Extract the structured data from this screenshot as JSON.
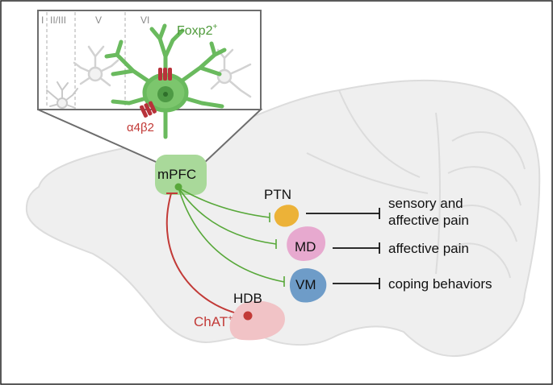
{
  "layers": {
    "l1": "I",
    "l23": "II/III",
    "l5": "V",
    "l6": "VI"
  },
  "neuron": {
    "label": "Foxp2",
    "label_sup": "+",
    "receptor_label": "α4β2"
  },
  "regions": {
    "mpfc": "mPFC",
    "ptn": "PTN",
    "md": "MD",
    "vm": "VM",
    "hdb": "HDB",
    "chat": "ChAT",
    "chat_sup": "+"
  },
  "outcomes": {
    "ptn_line1": "sensory and",
    "ptn_line2": "affective pain",
    "md": "affective pain",
    "vm": "coping behaviors"
  },
  "colors": {
    "green": "#58a83a",
    "red": "#c23a37",
    "mpfc_fill": "#a9d99a",
    "ptn_fill": "#ecb238",
    "md_fill": "#e7a9cf",
    "vm_fill": "#6e9cc8",
    "hdb_fill": "#f1c3c6",
    "brain_fill": "#efefef"
  }
}
